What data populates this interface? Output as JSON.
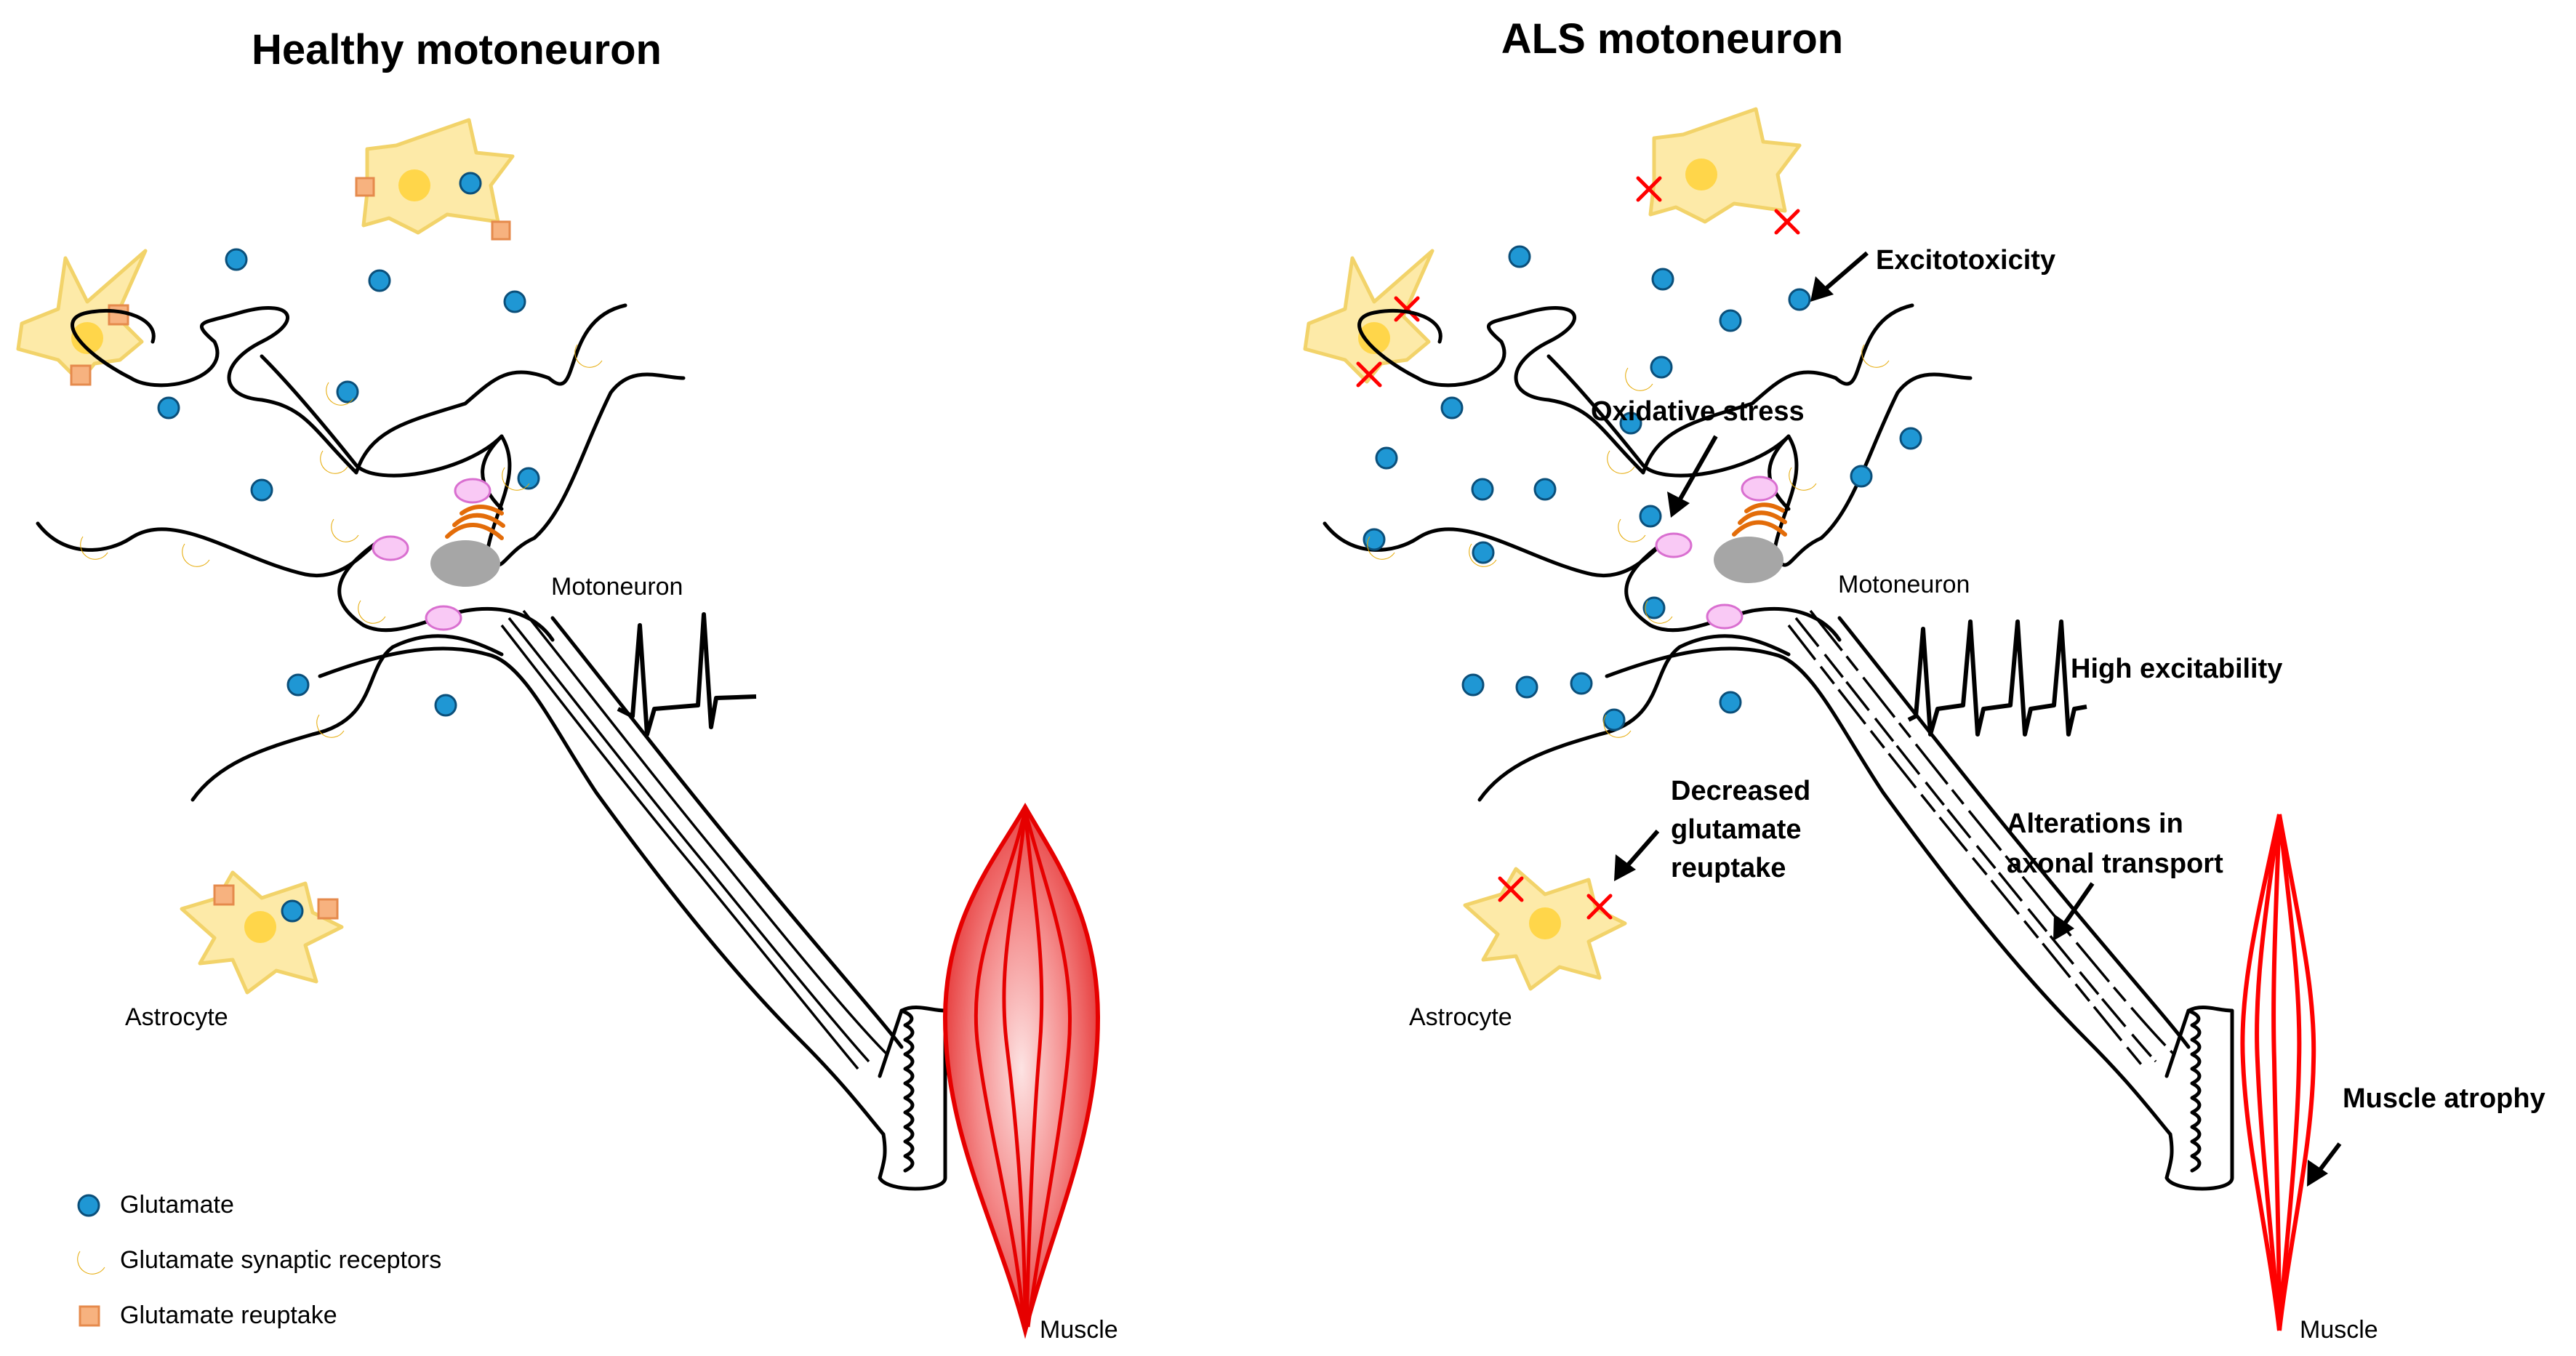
{
  "left_panel": {
    "title": "Healthy motoneuron",
    "neuron_label": "Motoneuron",
    "astrocyte_label": "Astrocyte",
    "muscle_label": "Muscle"
  },
  "right_panel": {
    "title": "ALS motoneuron",
    "neuron_label": "Motoneuron",
    "astrocyte_label": "Astrocyte",
    "muscle_label": "Muscle",
    "annotations": {
      "excitotoxicity": "Excitotoxicity",
      "oxidative_stress": "Oxidative stress",
      "high_excitability": "High excitability",
      "decreased_reuptake": [
        "Decreased",
        "glutamate",
        "reuptake"
      ],
      "axonal_transport": [
        "Alterations in",
        "axonal transport"
      ],
      "muscle_atrophy": "Muscle atrophy"
    }
  },
  "legend": {
    "items": [
      {
        "label": "Glutamate",
        "icon": "glutamate-dot-icon"
      },
      {
        "label": "Glutamate synaptic receptors",
        "icon": "receptor-crescent-icon"
      },
      {
        "label": "Glutamate reuptake",
        "icon": "reuptake-square-icon"
      }
    ]
  },
  "colors": {
    "glutamate": "#1f97d4",
    "receptor": "#ffd34d",
    "reuptake": "#f7b27f",
    "astrocyte": "#fdeaa8",
    "mitochondria": "#f9c9f5",
    "golgi": "#e36c09",
    "muscle": "#e60000",
    "impairment_x": "#ff0000"
  }
}
